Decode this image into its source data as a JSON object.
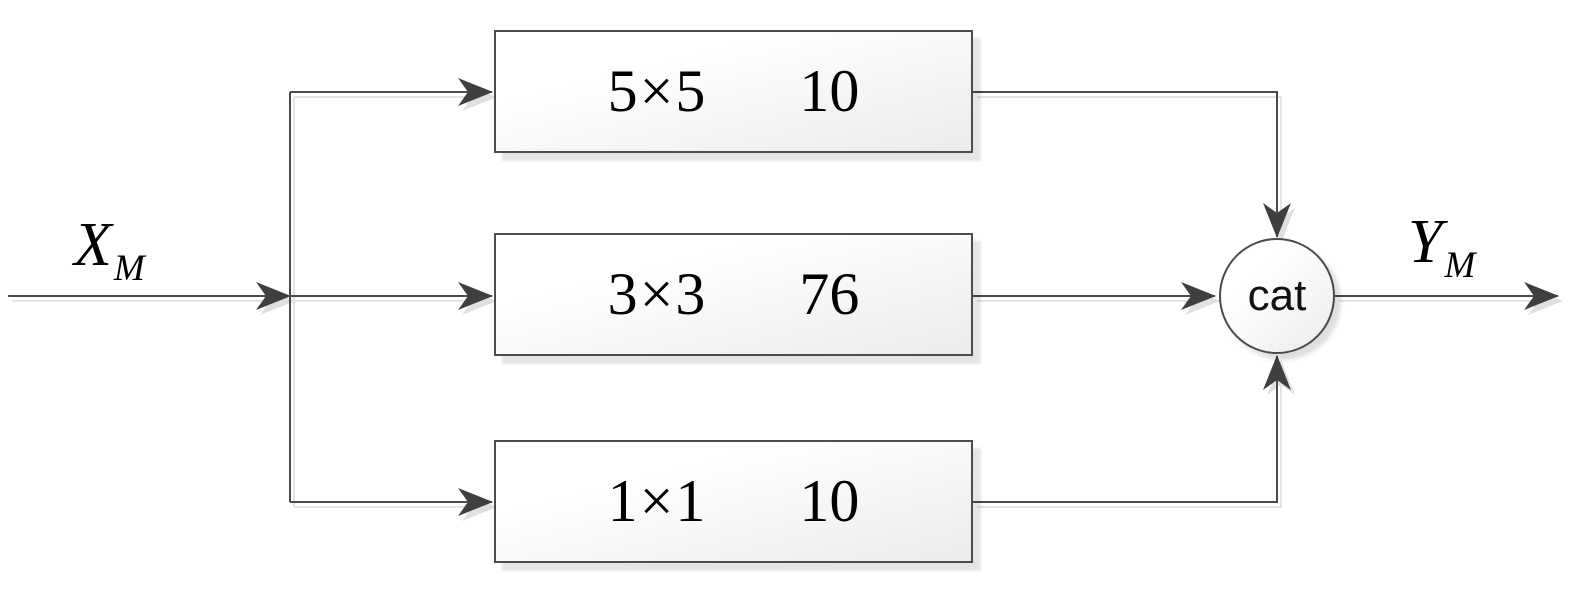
{
  "labels": {
    "input": {
      "base": "X",
      "sub": "M"
    },
    "output": {
      "base": "Y",
      "sub": "M"
    }
  },
  "merge_node": {
    "label": "cat"
  },
  "branches": [
    {
      "kernel": "5×5",
      "filters": "10"
    },
    {
      "kernel": "3×3",
      "filters": "76"
    },
    {
      "kernel": "1×1",
      "filters": "10"
    }
  ],
  "colors": {
    "line": "#4a4a4a",
    "arrowhead": "#3f3f3f",
    "line_shadow": "#e4e4e4",
    "box_border": "#4d4d4d",
    "box_fill_top": "#ffffff",
    "box_fill_bottom": "#ebebeb",
    "text": "#000000",
    "background": "#ffffff"
  }
}
